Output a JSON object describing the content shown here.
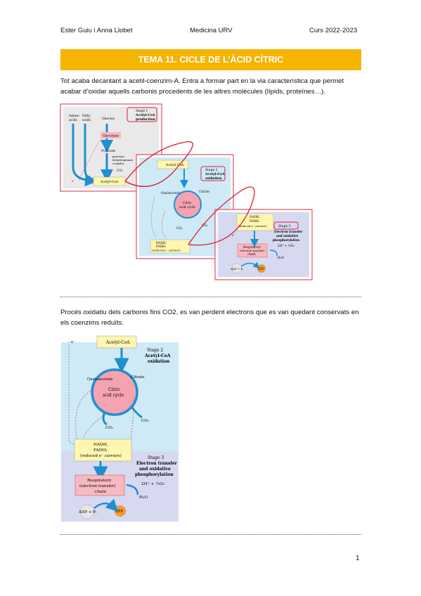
{
  "header": {
    "left": "Ester Guiu i Anna Llobet",
    "center": "Medicina URV",
    "right": "Curs 2022-2023"
  },
  "title": "TEMA 11. CICLE DE L’ÀCID CÍTRIC",
  "paragraph1": "Tot acaba decantant a acetil-coenzim-A. Entra a formar part en la via característica que permet acabar d’oxidar aquells carbonis procedents de les altres molècules (lípids, proteïnes…).",
  "paragraph2": "Procés oxidatiu dels carbonis fins CO2, es van perdent electrons que es van quedant conservats en els coenzims reduïts.",
  "figure1": {
    "stage1": {
      "title": "Stage 1",
      "subtitle_l1": "Acetyl-CoA",
      "subtitle_l2": "production"
    },
    "col_amino_l1": "Amino",
    "col_amino_l2": "acids",
    "col_fatty_l1": "Fatty",
    "col_fatty_l2": "acids",
    "col_glucose": "Glucose",
    "glycolysis": "Glycolysis",
    "pyruvate": "Pyruvate",
    "pdh_l1": "pyruvate",
    "pdh_l2": "dehydrogenase",
    "pdh_l3": "complex",
    "co2": "CO₂",
    "acetylcoa": "Acetyl-CoA",
    "eminus": "e⁻",
    "stage2": {
      "title": "Stage 2",
      "subtitle_l1": "Acetyl-CoA",
      "subtitle_l2": "oxidation"
    },
    "oxaloacetate": "Oxaloacetate",
    "citrate": "Citrate",
    "cycle_l1": "Citric",
    "cycle_l2": "acid cycle",
    "nadh": "NADH,",
    "fadh2": "FADH₂",
    "reduced": "(reduced e⁻ carriers)",
    "stage3": {
      "title": "Stage 3",
      "subtitle_l1": "Electron transfer",
      "subtitle_l2": "and oxidative",
      "subtitle_l3": "phosphorylation"
    },
    "proton": "2H⁺ + ½O₂",
    "resp_l1": "Respiratory",
    "resp_l2": "(electron transfer)",
    "resp_l3": "chain",
    "water": "H₂O",
    "adp": "ADP + Pᵢ",
    "atp": "ATP"
  },
  "figure2": {
    "acetylcoa": "Acetyl-CoA",
    "eminus": "e⁻",
    "stage2": {
      "title": "Stage 2",
      "subtitle_l1": "Acetyl-CoA",
      "subtitle_l2": "oxidation"
    },
    "oxaloacetate": "Oxaloacetate",
    "citrate": "Citrate",
    "cycle_l1": "Citric",
    "cycle_l2": "acid cycle",
    "co2": "CO₂",
    "nadh": "NADH,",
    "fadh2": "FADH₂",
    "reduced": "(reduced e⁻ carriers)",
    "stage3": {
      "title": "Stage 3",
      "subtitle_l1": "Electron transfer",
      "subtitle_l2": "and oxidative",
      "subtitle_l3": "phosphorylation"
    },
    "proton": "2H⁺ + ½O₂",
    "resp_l1": "Respiratory",
    "resp_l2": "(electron transfer)",
    "resp_l3": "chain",
    "water": "H₂O",
    "adp": "ADP + Pᵢ",
    "atp": "ATP"
  },
  "page_number": "1",
  "colors": {
    "banner": "#f5b400",
    "stage1_bg": "#e9e9e9",
    "stage2_bg": "#cdeaf6",
    "stage3_bg": "#d6d9f0",
    "yellow_box": "#fff6b0",
    "pink_box": "#f6b9bf",
    "arrow_blue": "#1f8fd0",
    "stage_frame": "#e05060"
  }
}
